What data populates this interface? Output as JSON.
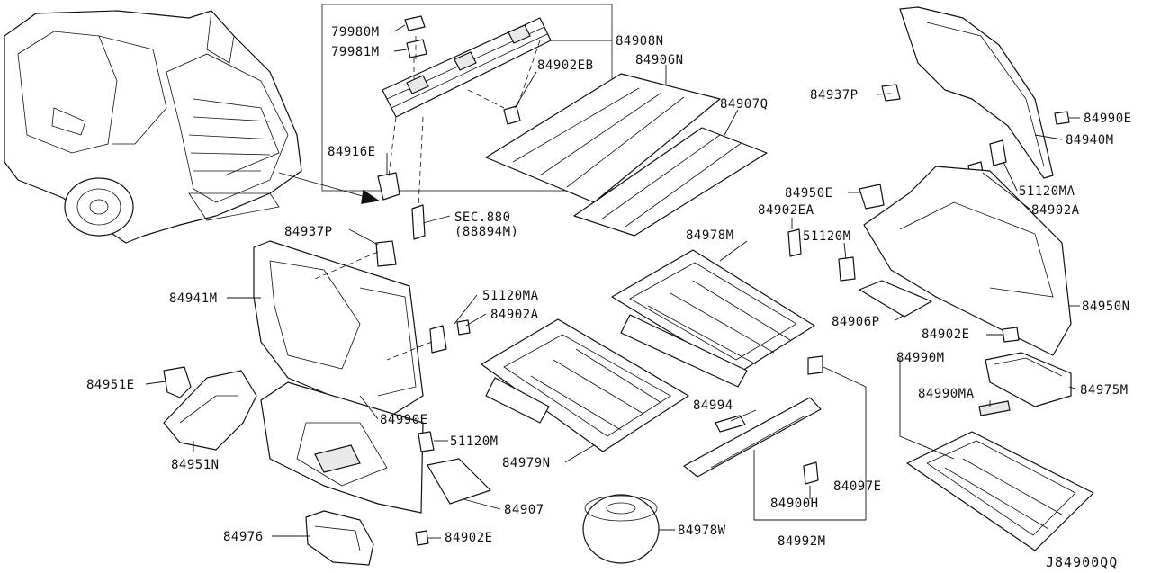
{
  "labels": [
    {
      "id": "79980m",
      "text": "79980M"
    },
    {
      "id": "79981m",
      "text": "79981M"
    },
    {
      "id": "84908n",
      "text": "84908N"
    },
    {
      "id": "84906n",
      "text": "84906N"
    },
    {
      "id": "84902eb",
      "text": "84902EB"
    },
    {
      "id": "84907q",
      "text": "84907Q"
    },
    {
      "id": "84916e",
      "text": "84916E"
    },
    {
      "id": "sec880",
      "text": "SEC.880"
    },
    {
      "id": "88894m",
      "text": "(88894M)"
    },
    {
      "id": "84937p-left",
      "text": "84937P"
    },
    {
      "id": "84941m",
      "text": "84941M"
    },
    {
      "id": "51120ma-mid",
      "text": "51120MA"
    },
    {
      "id": "84902a-mid",
      "text": "84902A"
    },
    {
      "id": "84951e",
      "text": "84951E"
    },
    {
      "id": "84990e-mid",
      "text": "84990E"
    },
    {
      "id": "84951n",
      "text": "84951N"
    },
    {
      "id": "51120m-mid",
      "text": "51120M"
    },
    {
      "id": "84907",
      "text": "84907"
    },
    {
      "id": "84976",
      "text": "84976"
    },
    {
      "id": "84902e-bottom",
      "text": "84902E"
    },
    {
      "id": "84978w",
      "text": "84978W"
    },
    {
      "id": "84979n",
      "text": "84979N"
    },
    {
      "id": "84978m",
      "text": "84978M"
    },
    {
      "id": "84994",
      "text": "84994"
    },
    {
      "id": "84900h",
      "text": "84900H"
    },
    {
      "id": "84992m",
      "text": "84992M"
    },
    {
      "id": "84097e",
      "text": "84097E"
    },
    {
      "id": "84937p-right",
      "text": "84937P"
    },
    {
      "id": "84990e-right",
      "text": "84990E"
    },
    {
      "id": "84940m",
      "text": "84940M"
    },
    {
      "id": "51120ma-right",
      "text": "51120MA"
    },
    {
      "id": "84902a-right",
      "text": "84902A"
    },
    {
      "id": "84950e",
      "text": "84950E"
    },
    {
      "id": "84902ea",
      "text": "84902EA"
    },
    {
      "id": "51120m-right",
      "text": "51120M"
    },
    {
      "id": "84950n",
      "text": "84950N"
    },
    {
      "id": "84906p",
      "text": "84906P"
    },
    {
      "id": "84902e-right",
      "text": "84902E"
    },
    {
      "id": "84990m",
      "text": "84990M"
    },
    {
      "id": "84990ma",
      "text": "84990MA"
    },
    {
      "id": "84975m",
      "text": "84975M"
    }
  ],
  "diagram_code": "J84900QQ"
}
